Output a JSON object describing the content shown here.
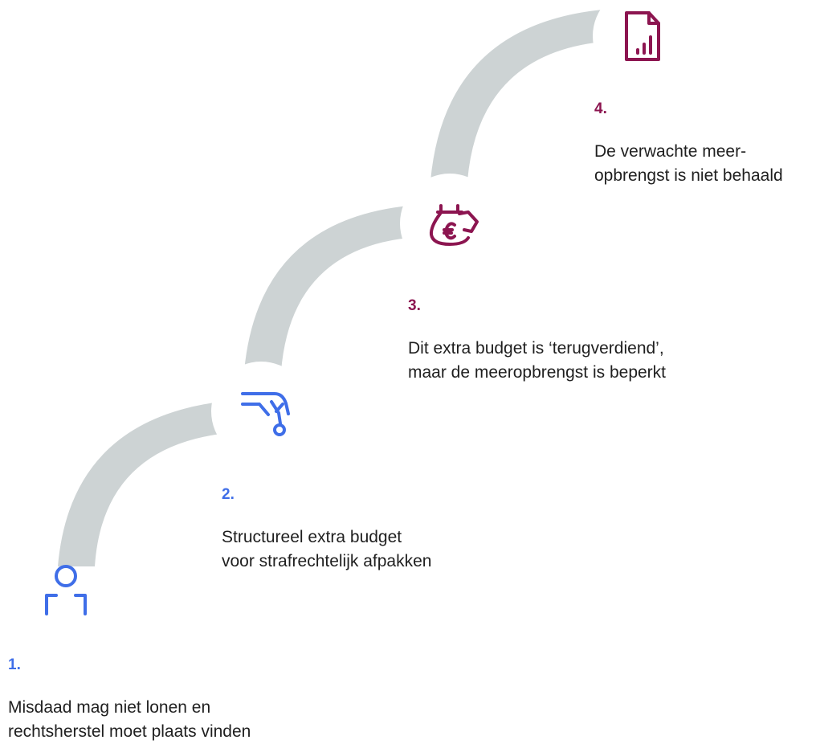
{
  "colors": {
    "arc": "#cdd3d4",
    "blue": "#3f6ee8",
    "purple": "#8c1550",
    "text": "#1f1f1f"
  },
  "steps": [
    {
      "number": "1.",
      "lines": [
        "Misdaad mag niet lonen en",
        "rechtsherstel moet plaats vinden"
      ],
      "icon": "person-icon",
      "color": "blue"
    },
    {
      "number": "2.",
      "lines": [
        "Structureel extra budget",
        "voor strafrechtelijk afpakken"
      ],
      "icon": "hand-keys-icon",
      "color": "blue"
    },
    {
      "number": "3.",
      "lines": [
        "Dit extra budget is ‘terugverdiend’,",
        "maar de meeropbrengst is beperkt"
      ],
      "icon": "money-bag-euro-icon",
      "color": "purple"
    },
    {
      "number": "4.",
      "lines": [
        "De verwachte meer-",
        "opbrengst is niet behaald"
      ],
      "icon": "report-chart-icon",
      "color": "purple"
    }
  ]
}
